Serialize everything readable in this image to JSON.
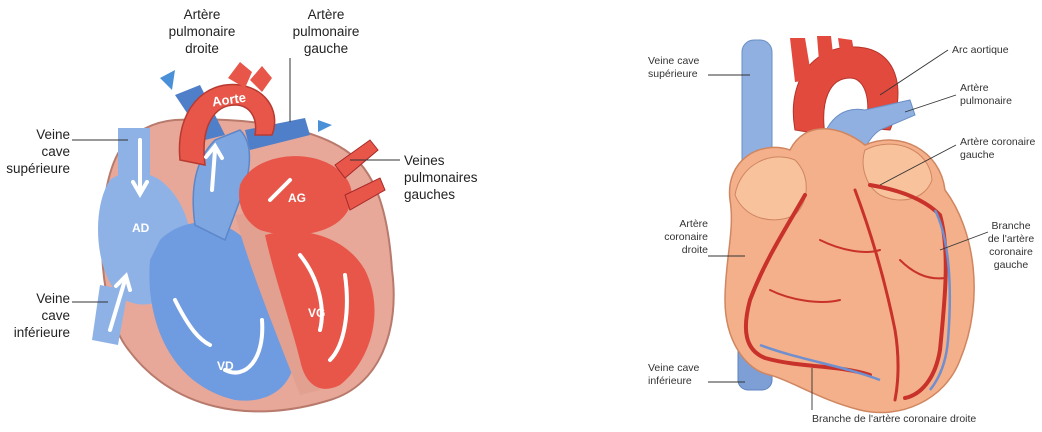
{
  "left": {
    "labels": {
      "artere_pulmonaire_droite": "Artère\npulmonaire\ndroite",
      "artere_pulmonaire_gauche": "Artère\npulmonaire\ngauche",
      "aorte": "Aorte",
      "veine_cave_superieure": "Veine\ncave\nsupérieure",
      "veines_pulmonaires_gauches": "Veines\npulmonaires\ngauches",
      "veine_cave_inferieure": "Veine\ncave\ninférieure",
      "ad": "AD",
      "ag": "AG",
      "vd": "VD",
      "vg": "VG"
    }
  },
  "right": {
    "labels": {
      "veine_cave_superieure": "Veine cave\nsupérieure",
      "arc_aortique": "Arc aortique",
      "artere_pulmonaire": "Artère\npulmonaire",
      "artere_coronaire_gauche": "Artère coronaire\ngauche",
      "artere_coronaire_droite": "Artère\ncoronaire\ndroite",
      "branche_coronaire_gauche": "Branche\nde l'artère\ncoronaire\ngauche",
      "veine_cave_inferieure": "Veine cave\ninférieure",
      "branche_coronaire_droite": "Branche de l'artère coronaire droite"
    }
  },
  "colors": {
    "blood_blue": "#7ea6e0",
    "blood_blue_dark": "#4f7fc8",
    "blood_red": "#e8564a",
    "blood_red_dark": "#c73b32",
    "muscle": "#e7a899",
    "heart_skin": "#f3b08a",
    "coronary": "#c8322a"
  }
}
